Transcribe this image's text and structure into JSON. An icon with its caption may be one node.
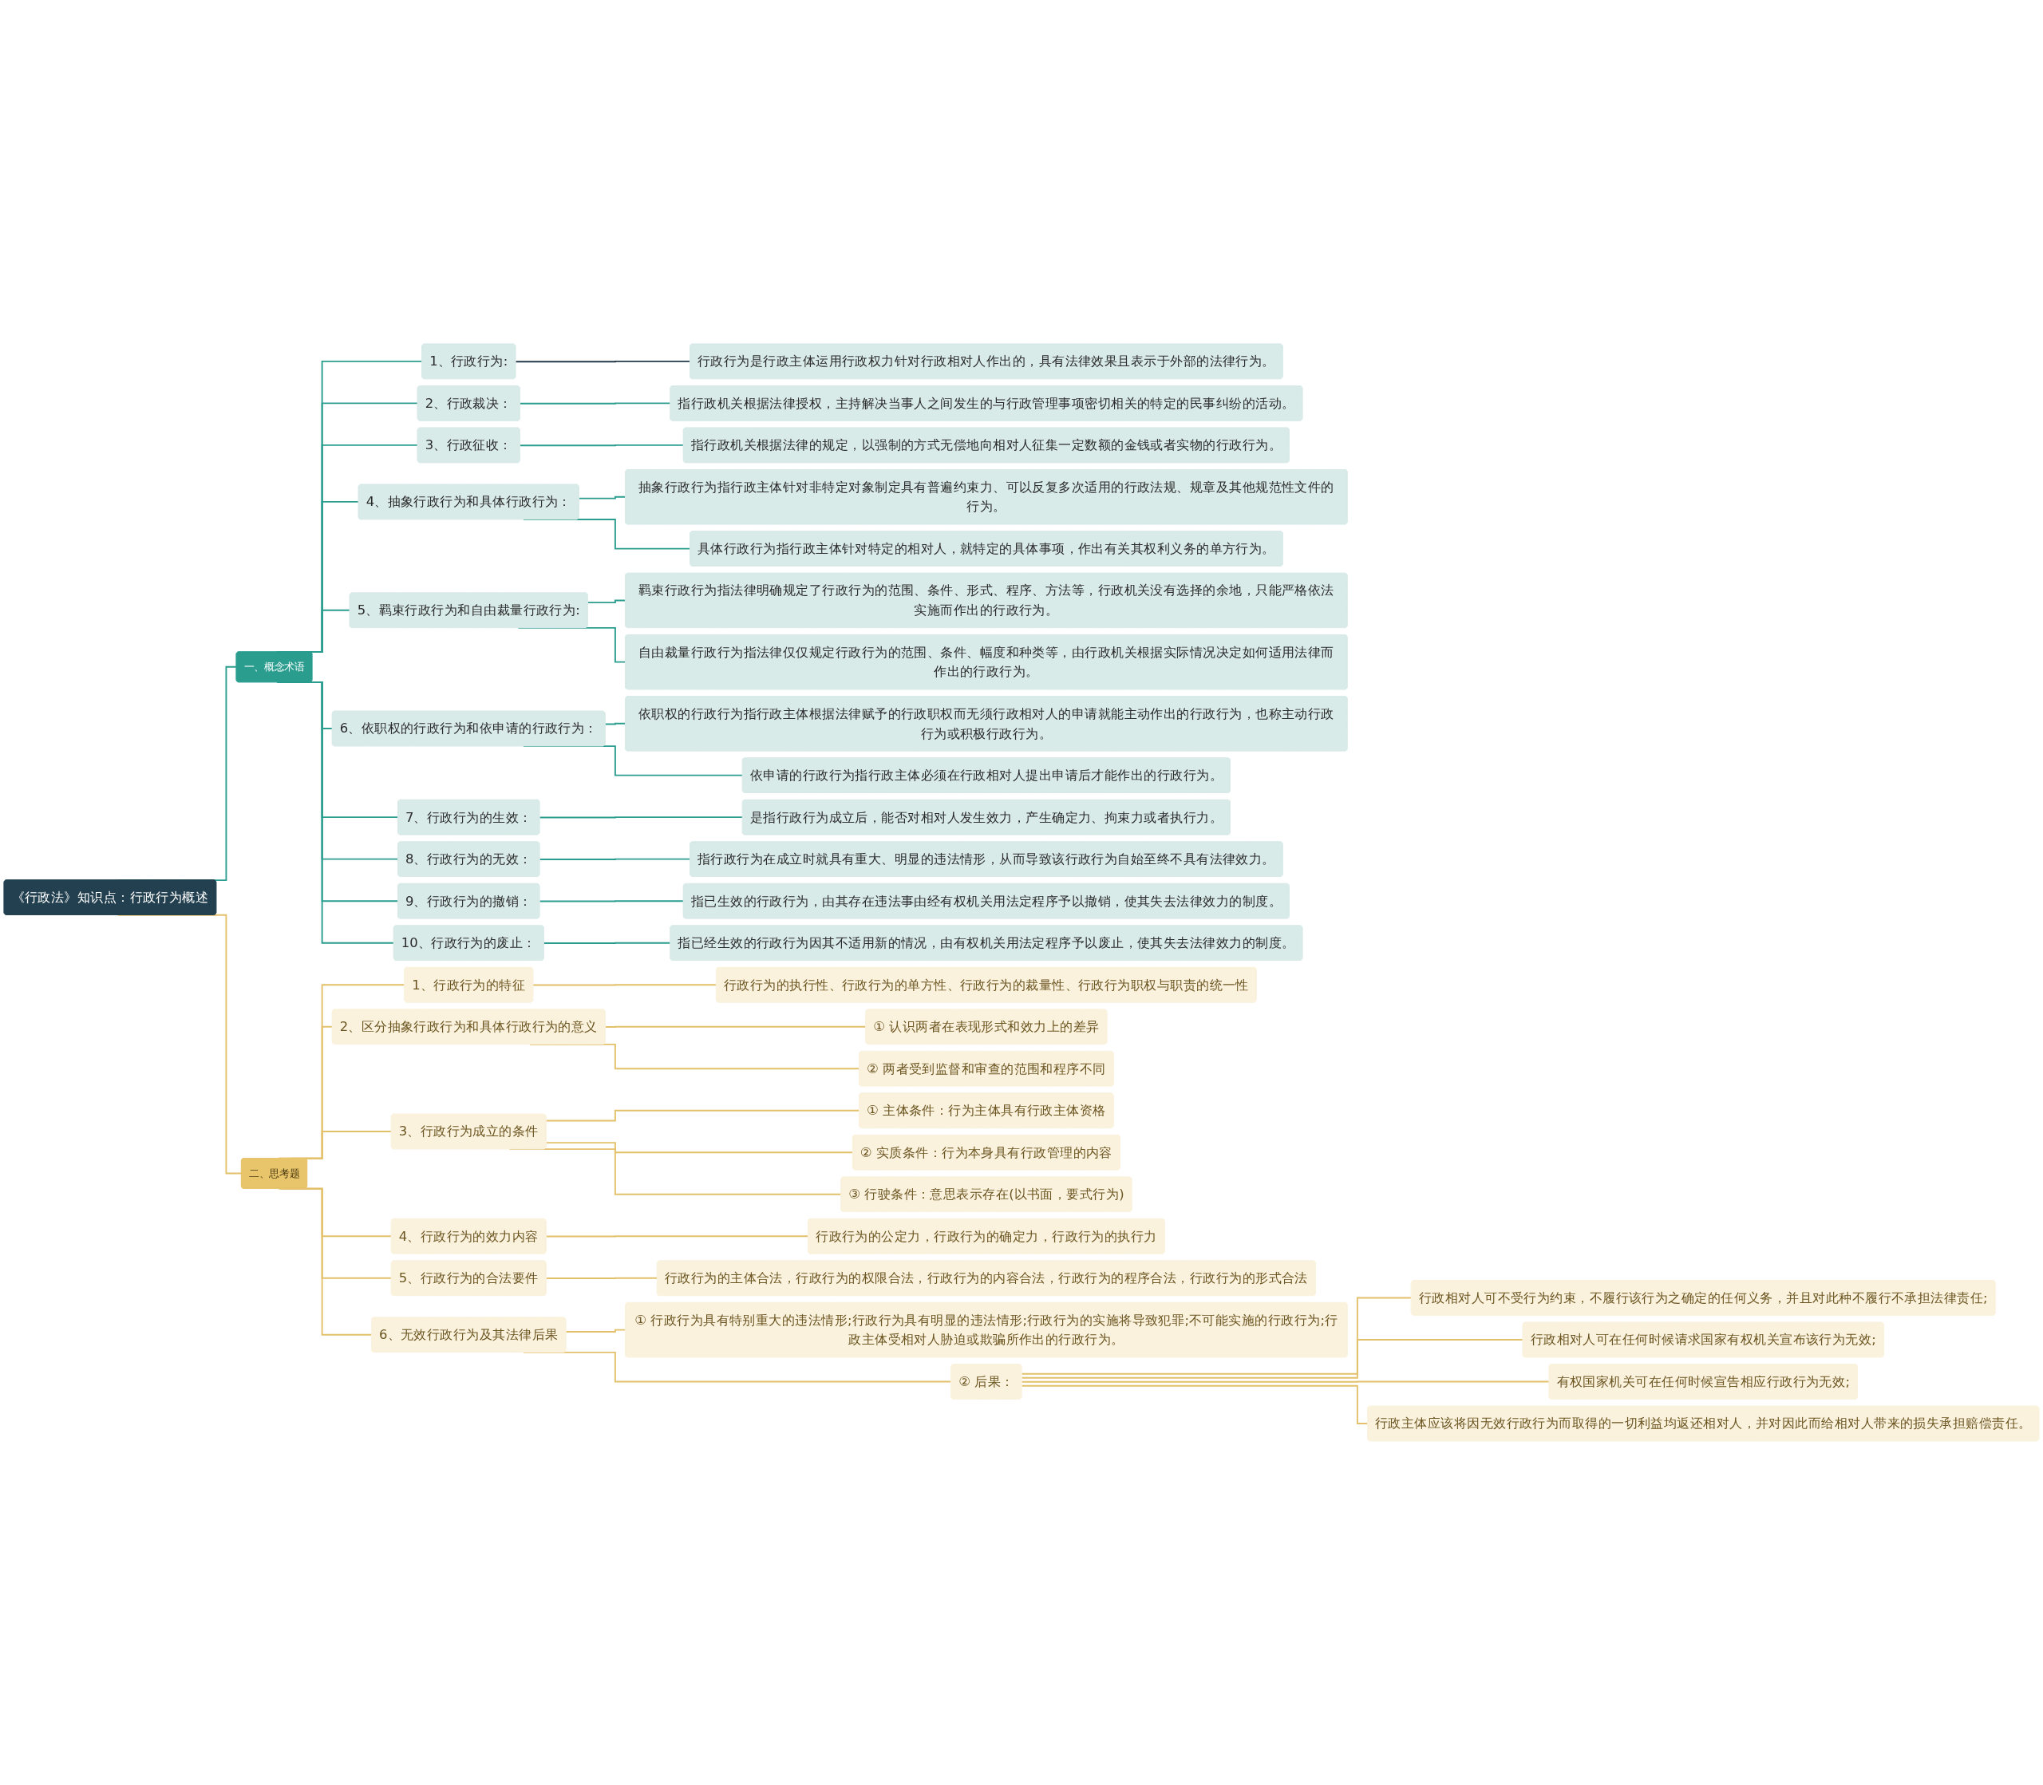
{
  "diagram": {
    "nodes": [
      {
        "text": [
          "《行政法》知识点：行政行为概述"
        ]
      },
      {
        "text": [
          "一、概念术语"
        ]
      },
      {
        "text": [
          "1、行政行为:"
        ]
      },
      {
        "text": [
          "行政行为是行政主体运用行政权力针对行政相对人作出的，具有法律效果且表示于外部的法律行为。"
        ]
      },
      {
        "text": [
          "2、行政裁决："
        ]
      },
      {
        "text": [
          "指行政机关根据法律授权，主持解决当事人之间发生的与行政管理事项密切相关的特定的民事纠纷的活动。"
        ]
      },
      {
        "text": [
          "3、行政征收："
        ]
      },
      {
        "text": [
          "指行政机关根据法律的规定，以强制的方式无偿地向相对人征集一定数额的金钱或者实物的行政行为。"
        ]
      },
      {
        "text": [
          "4、抽象行政行为和具体行政行为："
        ]
      },
      {
        "text": [
          "抽象行政行为指行政主体针对非特定对象制定具有普遍约束力、可以反复多次适用的行政法规、规章及其他规范性文件的行为。"
        ]
      },
      {
        "text": [
          "具体行政行为指行政主体针对特定的相对人，就特定的具体事项，作出有关其权利义务的单方行为。"
        ]
      },
      {
        "text": [
          "5、羁束行政行为和自由裁量行政行为:"
        ]
      },
      {
        "text": [
          "羁束行政行为指法律明确规定了行政行为的范围、条件、形式、程序、方法等，行政机关没有选择的余地，只能严格依法实施而作出的行政行为。"
        ]
      },
      {
        "text": [
          "自由裁量行政行为指法律仅仅规定行政行为的范围、条件、幅度和种类等，由行政机关根据实际情况决定如何适用法律而作出的行政行为。"
        ]
      },
      {
        "text": [
          "6、依职权的行政行为和依申请的行政行为："
        ]
      },
      {
        "text": [
          "依职权的行政行为指行政主体根据法律赋予的行政职权而无须行政相对人的申请就能主动作出的行政行为，也称主动行政行为或积极行政行为。"
        ]
      },
      {
        "text": [
          "依申请的行政行为指行政主体必须在行政相对人提出申请后才能作出的行政行为。"
        ]
      },
      {
        "text": [
          "7、行政行为的生效："
        ]
      },
      {
        "text": [
          "是指行政行为成立后，能否对相对人发生效力，产生确定力、拘束力或者执行力。"
        ]
      },
      {
        "text": [
          "8、行政行为的无效："
        ]
      },
      {
        "text": [
          "指行政行为在成立时就具有重大、明显的违法情形，从而导致该行政行为自始至终不具有法律效力。"
        ]
      },
      {
        "text": [
          "9、行政行为的撤销："
        ]
      },
      {
        "text": [
          "指已生效的行政行为，由其存在违法事由经有权机关用法定程序予以撤销，使其失去法律效力的制度。"
        ]
      },
      {
        "text": [
          "10、行政行为的废止："
        ]
      },
      {
        "text": [
          "指已经生效的行政行为因其不适用新的情况，由有权机关用法定程序予以废止，使其失去法律效力的制度。"
        ]
      },
      {
        "text": [
          "二、思考题"
        ]
      },
      {
        "text": [
          "1、行政行为的特征"
        ]
      },
      {
        "text": [
          "行政行为的执行性、行政行为的单方性、行政行为的裁量性、行政行为职权与职责的统一性"
        ]
      },
      {
        "text": [
          "2、区分抽象行政行为和具体行政行为的意义"
        ]
      },
      {
        "text": [
          "① 认识两者在表现形式和效力上的差异"
        ]
      },
      {
        "text": [
          "② 两者受到监督和审查的范围和程序不同"
        ]
      },
      {
        "text": [
          "3、行政行为成立的条件"
        ]
      },
      {
        "text": [
          "① 主体条件：行为主体具有行政主体资格"
        ]
      },
      {
        "text": [
          "② 实质条件：行为本身具有行政管理的内容"
        ]
      },
      {
        "text": [
          "③ 行驶条件：意思表示存在(以书面，要式行为)"
        ]
      },
      {
        "text": [
          "4、行政行为的效力内容"
        ]
      },
      {
        "text": [
          "行政行为的公定力，行政行为的确定力，行政行为的执行力"
        ]
      },
      {
        "text": [
          "5、行政行为的合法要件"
        ]
      },
      {
        "text": [
          "行政行为的主体合法，行政行为的权限合法，行政行为的内容合法，行政行为的程序合法，行政行为的形式合法"
        ]
      },
      {
        "text": [
          "6、无效行政行为及其法律后果"
        ]
      },
      {
        "text": [
          "① 行政行为具有特别重大的违法情形;行政行为具有明显的违法情形;行政行为的实施将导致犯罪;不可能实施的行政行为;行政主体受相对人胁迫或欺骗所作出的行政行为。"
        ]
      },
      {
        "text": [
          "② 后果："
        ]
      },
      {
        "text": [
          "行政相对人可不受行为约束，不履行该行为之确定的任何义务，并且对此种不履行不承担法律责任;"
        ]
      },
      {
        "text": [
          "行政相对人可在任何时候请求国家有权机关宣布该行为无效;"
        ]
      },
      {
        "text": [
          "有权国家机关可在任何时候宣告相应行政行为无效;"
        ]
      },
      {
        "text": [
          "行政主体应该将因无效行政行为而取得的一切利益均返还相对人，并对因此而给相对人带来的损失承担赔偿责任。"
        ]
      }
    ],
    "edges": [
      {
        "from": 0,
        "to": 1,
        "arrow": "none"
      },
      {
        "from": 1,
        "to": 2,
        "arrow": "none"
      },
      {
        "from": 2,
        "to": 3,
        "arrow": "none",
        "color": "#23394a"
      },
      {
        "from": 1,
        "to": 4,
        "arrow": "none"
      },
      {
        "from": 4,
        "to": 5,
        "arrow": "none"
      },
      {
        "from": 1,
        "to": 6,
        "arrow": "none"
      },
      {
        "from": 6,
        "to": 7,
        "arrow": "none"
      },
      {
        "from": 1,
        "to": 8,
        "arrow": "none"
      },
      {
        "from": 8,
        "to": 9,
        "arrow": "none"
      },
      {
        "from": 8,
        "to": 10,
        "arrow": "none"
      },
      {
        "from": 1,
        "to": 11,
        "arrow": "none"
      },
      {
        "from": 11,
        "to": 12,
        "arrow": "none"
      },
      {
        "from": 11,
        "to": 13,
        "arrow": "none"
      },
      {
        "from": 1,
        "to": 14,
        "arrow": "none"
      },
      {
        "from": 14,
        "to": 15,
        "arrow": "none"
      },
      {
        "from": 14,
        "to": 16,
        "arrow": "none"
      },
      {
        "from": 1,
        "to": 17,
        "arrow": "none"
      },
      {
        "from": 17,
        "to": 18,
        "arrow": "none"
      },
      {
        "from": 1,
        "to": 19,
        "arrow": "none"
      },
      {
        "from": 19,
        "to": 20,
        "arrow": "none"
      },
      {
        "from": 1,
        "to": 21,
        "arrow": "none"
      },
      {
        "from": 21,
        "to": 22,
        "arrow": "none"
      },
      {
        "from": 1,
        "to": 23,
        "arrow": "none"
      },
      {
        "from": 23,
        "to": 24,
        "arrow": "none"
      },
      {
        "from": 0,
        "to": 25,
        "arrow": "none",
        "color": "#e3c06a"
      },
      {
        "from": 25,
        "to": 26,
        "arrow": "none",
        "color": "#e3c06a"
      },
      {
        "from": 26,
        "to": 27,
        "arrow": "none",
        "color": "#e3c06a"
      },
      {
        "from": 25,
        "to": 28,
        "arrow": "none",
        "color": "#e3c06a"
      },
      {
        "from": 28,
        "to": 29,
        "arrow": "none",
        "color": "#e3c06a"
      },
      {
        "from": 28,
        "to": 30,
        "arrow": "none",
        "color": "#e3c06a"
      },
      {
        "from": 25,
        "to": 31,
        "arrow": "none",
        "color": "#e3c06a"
      },
      {
        "from": 31,
        "to": 32,
        "arrow": "none",
        "color": "#e3c06a"
      },
      {
        "from": 31,
        "to": 33,
        "arrow": "none",
        "color": "#e3c06a"
      },
      {
        "from": 31,
        "to": 34,
        "arrow": "none",
        "color": "#e3c06a"
      },
      {
        "from": 25,
        "to": 35,
        "arrow": "none",
        "color": "#e3c06a"
      },
      {
        "from": 35,
        "to": 36,
        "arrow": "none",
        "color": "#e3c06a"
      },
      {
        "from": 25,
        "to": 37,
        "arrow": "none",
        "color": "#e3c06a"
      },
      {
        "from": 37,
        "to": 38,
        "arrow": "none",
        "color": "#e3c06a"
      },
      {
        "from": 25,
        "to": 39,
        "arrow": "none",
        "color": "#e3c06a"
      },
      {
        "from": 39,
        "to": 40,
        "arrow": "none",
        "color": "#e3c06a"
      },
      {
        "from": 39,
        "to": 41,
        "arrow": "none",
        "color": "#e3c06a"
      },
      {
        "from": 41,
        "to": 42,
        "arrow": "none",
        "color": "#e3c06a"
      },
      {
        "from": 41,
        "to": 43,
        "arrow": "none",
        "color": "#e3c06a"
      },
      {
        "from": 41,
        "to": 44,
        "arrow": "none",
        "color": "#e3c06a"
      },
      {
        "from": 41,
        "to": 45,
        "arrow": "none",
        "color": "#e3c06a"
      }
    ]
  }
}
